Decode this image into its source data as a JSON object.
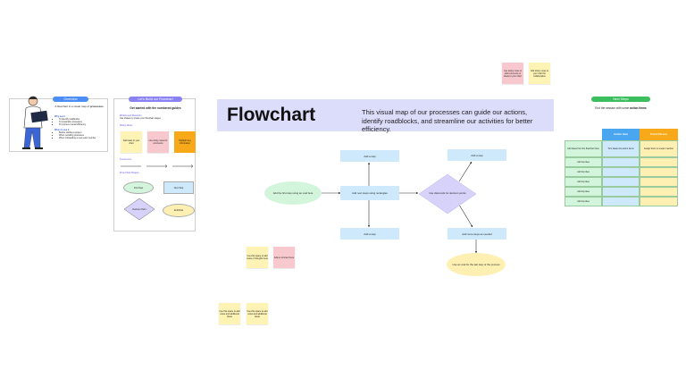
{
  "overview": {
    "pill": "Overview",
    "intro": "A flowchart is a visual map of",
    "intro_bold": "processes",
    "why_heading": "Why use it",
    "why_items": [
      "To identify roadblocks",
      "To streamline processes",
      "To improve overall efficiency"
    ],
    "when_heading": "When to use it",
    "when_items": [
      "Before starting a project",
      "When revisiting processes",
      "When onboarding a new team member"
    ]
  },
  "guide": {
    "pill": "Let's Build our Flowchart",
    "get_started": "Get started with the numbered guides",
    "s1_heading": "Whiteboard Elements",
    "s1_text": "Use shapes to create your flowchart stages",
    "s2_heading": "Sticky Notes",
    "sticky_labels": [
      "Add ideas to your chart",
      "Use sticky notes for comments",
      "Highlight key information"
    ],
    "s3_heading": "Connectors",
    "s4_heading": "Flow Chart Shapes",
    "shape_first": "First Step",
    "shape_next": "Next Step",
    "shape_decision": "Decision Point",
    "shape_end": "End/Final"
  },
  "title": {
    "heading": "Flowchart",
    "description": "This visual map of our processes can guide our actions, identify roadblocks, and streamline our activities for better efficiency."
  },
  "flow": {
    "start": "Add the first step using an oval here",
    "step_top": "Add a step",
    "step_mid": "Add next steps using rectangles",
    "step_bottom": "Add a step",
    "decision": "Use diamonds for decision points",
    "right_top": "Add a step",
    "right_mid": "Add more steps as needed",
    "end": "Use an oval for the last step of the process"
  },
  "next_steps": {
    "pill": "Next Steps",
    "text": "End the session with some",
    "text_bold": "action items",
    "col_action": "Action Item",
    "col_owner": "Point Person",
    "first_row": [
      "Add ideas from the flowchart here",
      "Turn ideas into action items",
      "Assign them to a team member"
    ],
    "rows": [
      "Add top idea",
      "Add top idea",
      "Add top idea",
      "Add top idea",
      "Add top idea"
    ]
  },
  "stickies": {
    "top_1": "Use sticky notes to add comments or ideas to your chart",
    "top_2": "Add sticky notes to your chart for collaboration",
    "mid_1": "Use this space to add notes or thoughts here",
    "mid_2": "Add a comment here",
    "bot_1": "Use this space to add notes and additional ideas",
    "bot_2": "Use this space to add notes and additional ideas"
  },
  "colors": {
    "overview_pill": "#4c8df6",
    "guide_pill": "#8a82f2",
    "next_pill": "#3bbf5e",
    "title_band": "#dcdcfb",
    "flow_blue": "#cde9fb",
    "flow_green": "#d3f5dc",
    "flow_purple": "#d7d2fa",
    "flow_yellow": "#fdf0b2"
  }
}
